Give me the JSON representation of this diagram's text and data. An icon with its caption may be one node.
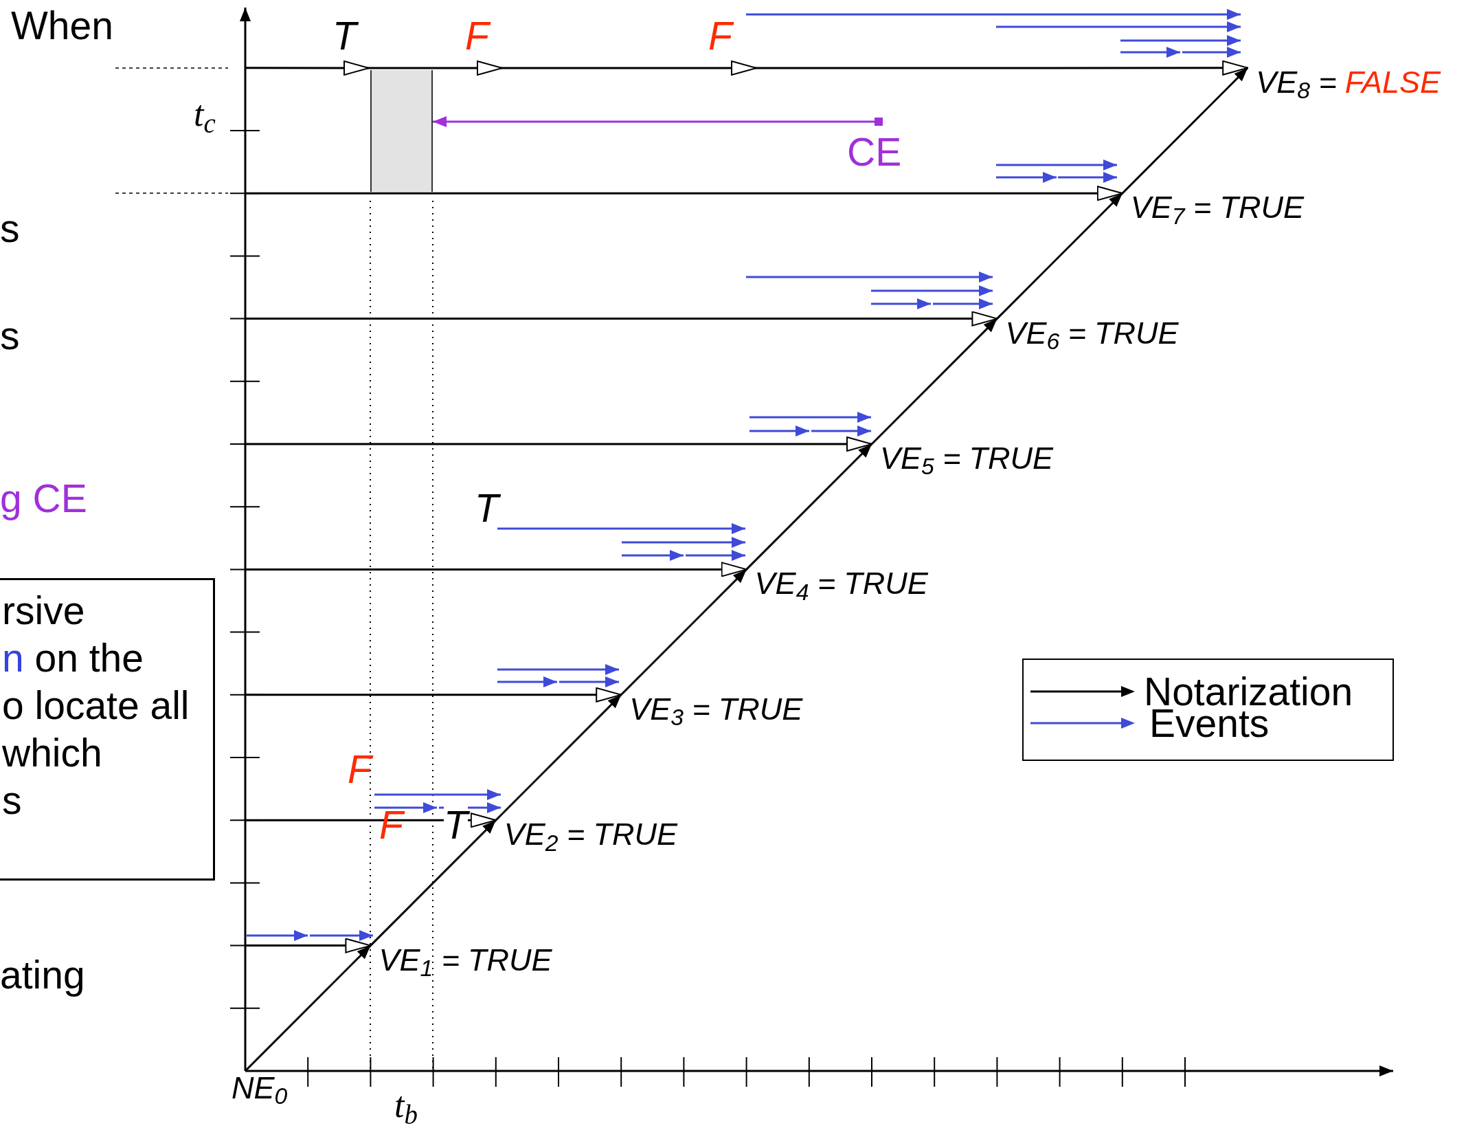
{
  "diagram": {
    "nodes": [
      {
        "text": [
          "NE$_{0}$"
        ]
      },
      {
        "text": [
          "VE$_{1}$ =",
          "TRUE"
        ]
      },
      {
        "text": [
          "VE$_{2}$ =",
          "TRUE"
        ]
      },
      {
        "text": [
          "VE$_{3}$ =",
          "TRUE"
        ]
      },
      {
        "text": [
          "VE$_{4}$ =",
          "TRUE"
        ]
      },
      {
        "text": [
          "VE$_{5}$ =",
          "TRUE"
        ]
      },
      {
        "text": [
          "VE$_{6}$ =",
          "TRUE"
        ]
      },
      {
        "text": [
          "VE$_{7}$ =",
          "TRUE"
        ]
      },
      {
        "text": [
          "VE$_{8}$ =",
          "FALSE"
        ]
      },
      {
        "text": [],
        "shape": "box"
      },
      {
        "text": [
          "CE"
        ]
      },
      {
        "text": [
          "rsive",
          "n",
          "on the",
          "o locate all",
          "which",
          "s"
        ]
      }
    ],
    "edges": [
      {
        "from": 0,
        "to": 1,
        "arrow": "to"
      },
      {
        "from": 1,
        "to": 2,
        "arrow": "to"
      },
      {
        "from": 2,
        "to": 3,
        "arrow": "to"
      },
      {
        "from": 3,
        "to": 4,
        "arrow": "to"
      },
      {
        "from": 4,
        "to": 5,
        "arrow": "to"
      },
      {
        "from": 5,
        "to": 6,
        "arrow": "to"
      },
      {
        "from": 6,
        "to": 7,
        "arrow": "to"
      },
      {
        "from": 7,
        "to": 8,
        "arrow": "to"
      },
      {
        "from": null,
        "to": 1,
        "arrow": "to"
      },
      {
        "from": null,
        "to": 2,
        "arrow": "to"
      },
      {
        "from": null,
        "to": 3,
        "arrow": "to"
      },
      {
        "from": null,
        "to": 4,
        "arrow": "to"
      },
      {
        "from": null,
        "to": 5,
        "arrow": "to"
      },
      {
        "from": null,
        "to": 6,
        "arrow": "to"
      },
      {
        "from": null,
        "to": 7,
        "arrow": "to"
      },
      {
        "from": null,
        "to": 8,
        "arrow": "to"
      },
      {
        "from": 10,
        "to": 9,
        "arrow": "to",
        "color": "#a030d8"
      }
    ],
    "labels": [
      "When",
      "T",
      "F",
      "F",
      "t$_{c}$",
      "s",
      "s",
      "g CE",
      "T",
      "F",
      "F",
      "T",
      "ating",
      "t$_{b}$"
    ],
    "legend": [
      {
        "text": "Notarization"
      },
      {
        "text": "Events"
      }
    ]
  }
}
